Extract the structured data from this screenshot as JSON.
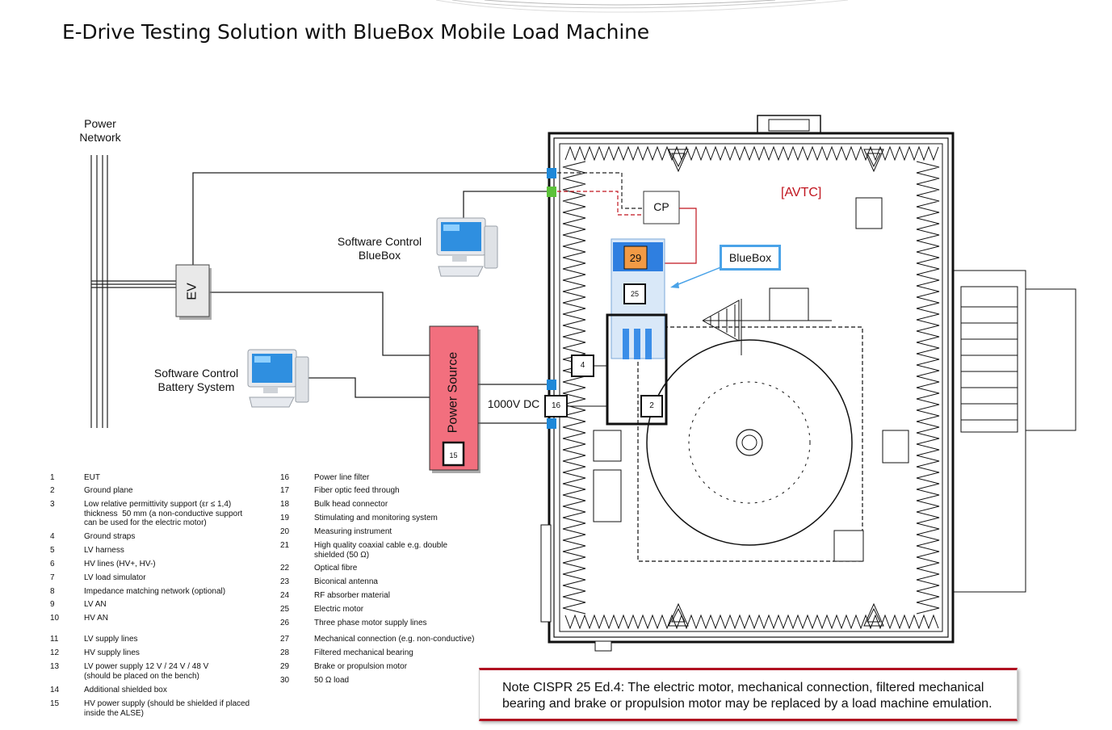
{
  "title": "E-Drive Testing Solution with BlueBox Mobile Load Machine",
  "labels": {
    "power_network_1": "Power",
    "power_network_2": "Network",
    "sw_bluebox_1": "Software Control",
    "sw_bluebox_2": "BlueBox",
    "sw_battery_1": "Software Control",
    "sw_battery_2": "Battery System",
    "ev": "EV",
    "power_source": "Power Source",
    "dc": "1000V DC",
    "cp": "CP",
    "avtc": "[AVTC]",
    "bluebox": "BlueBox",
    "n29": "29",
    "n25": "25",
    "n4": "4",
    "n16": "16",
    "n2": "2",
    "n15": "15"
  },
  "legend_left": [
    {
      "num": "1",
      "text": "EUT"
    },
    {
      "num": "2",
      "text": "Ground plane"
    },
    {
      "num": "3",
      "text": "Low relative permittivity support (εr ≤ 1,4)\nthickness  50 mm (a non-conductive support\ncan be used for the electric motor)"
    },
    {
      "num": "4",
      "text": "Ground straps"
    },
    {
      "num": "5",
      "text": "LV harness"
    },
    {
      "num": "6",
      "text": "HV lines (HV+, HV-)"
    },
    {
      "num": "7",
      "text": "LV load simulator"
    },
    {
      "num": "8",
      "text": "Impedance matching network (optional)"
    },
    {
      "num": "9",
      "text": "LV AN"
    },
    {
      "num": "10",
      "text": "HV AN"
    },
    {
      "num": "11",
      "text": "LV supply lines"
    },
    {
      "num": "12",
      "text": "HV supply lines"
    },
    {
      "num": "13",
      "text": "LV power supply 12 V / 24 V / 48 V\n(should be placed on the bench)"
    },
    {
      "num": "14",
      "text": "Additional shielded box"
    },
    {
      "num": "15",
      "text": "HV power supply (should be shielded if placed\ninside the ALSE)"
    }
  ],
  "legend_right": [
    {
      "num": "16",
      "text": "Power line filter"
    },
    {
      "num": "17",
      "text": "Fiber optic feed through"
    },
    {
      "num": "18",
      "text": "Bulk head connector"
    },
    {
      "num": "19",
      "text": "Stimulating and monitoring system"
    },
    {
      "num": "20",
      "text": "Measuring instrument"
    },
    {
      "num": "21",
      "text": "High quality coaxial cable e.g. double\nshielded (50 Ω)"
    },
    {
      "num": "22",
      "text": "Optical fibre"
    },
    {
      "num": "23",
      "text": "Biconical antenna"
    },
    {
      "num": "24",
      "text": "RF absorber material"
    },
    {
      "num": "25",
      "text": "Electric motor"
    },
    {
      "num": "26",
      "text": "Three phase motor supply lines"
    },
    {
      "num": "27",
      "text": "Mechanical connection (e.g. non-conductive)"
    },
    {
      "num": "28",
      "text": "Filtered mechanical bearing"
    },
    {
      "num": "29",
      "text": "Brake or propulsion motor"
    },
    {
      "num": "30",
      "text": "50 Ω load"
    }
  ],
  "note": "Note CISPR 25 Ed.4: The electric motor, mechanical connection, filtered mechanical bearing and brake or propulsion motor may be replaced by a load machine emulation.",
  "colors": {
    "power_source": "#f26f7e",
    "bluebox_accent": "#4aa3e8",
    "motor29": "#f29a45",
    "red_accent": "#c0141e",
    "port_blue": "#1e88d8",
    "port_green": "#5cc23a"
  }
}
